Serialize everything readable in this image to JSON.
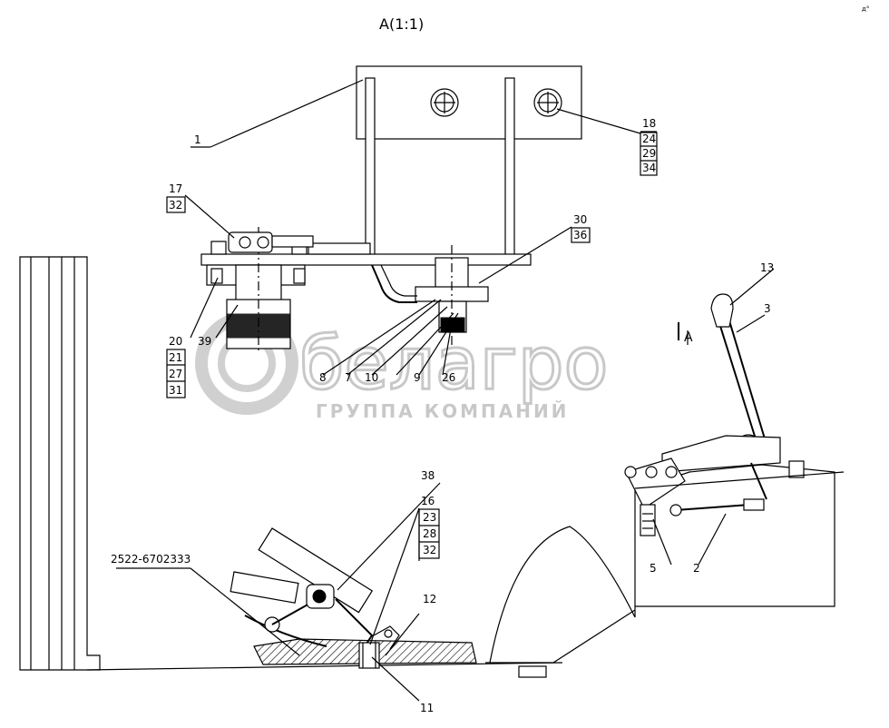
{
  "view_title": "A(1:1)",
  "section_mark": "A",
  "corner_mark": "д°",
  "watermark": {
    "brand": "белагро",
    "subtitle": "ГРУППА КОМПАНИЙ"
  },
  "callouts": [
    {
      "id": "c1",
      "text": "1"
    },
    {
      "id": "c18",
      "text": "18"
    },
    {
      "id": "c24",
      "text": "24"
    },
    {
      "id": "c29",
      "text": "29"
    },
    {
      "id": "c34",
      "text": "34"
    },
    {
      "id": "c17",
      "text": "17"
    },
    {
      "id": "c32a",
      "text": "32"
    },
    {
      "id": "c30",
      "text": "30"
    },
    {
      "id": "c36",
      "text": "36"
    },
    {
      "id": "c20",
      "text": "20"
    },
    {
      "id": "c21",
      "text": "21"
    },
    {
      "id": "c27",
      "text": "27"
    },
    {
      "id": "c31",
      "text": "31"
    },
    {
      "id": "c39",
      "text": "39"
    },
    {
      "id": "c8",
      "text": "8"
    },
    {
      "id": "c7",
      "text": "7"
    },
    {
      "id": "c10",
      "text": "10"
    },
    {
      "id": "c9",
      "text": "9"
    },
    {
      "id": "c26",
      "text": "26"
    },
    {
      "id": "c13",
      "text": "13"
    },
    {
      "id": "c3",
      "text": "3"
    },
    {
      "id": "c38",
      "text": "38"
    },
    {
      "id": "c16",
      "text": "16"
    },
    {
      "id": "c23",
      "text": "23"
    },
    {
      "id": "c28",
      "text": "28"
    },
    {
      "id": "c32b",
      "text": "32"
    },
    {
      "id": "c12",
      "text": "12"
    },
    {
      "id": "c11",
      "text": "11"
    },
    {
      "id": "c5",
      "text": "5"
    },
    {
      "id": "c2",
      "text": "2"
    },
    {
      "id": "cpart",
      "text": "2522-6702333"
    }
  ]
}
